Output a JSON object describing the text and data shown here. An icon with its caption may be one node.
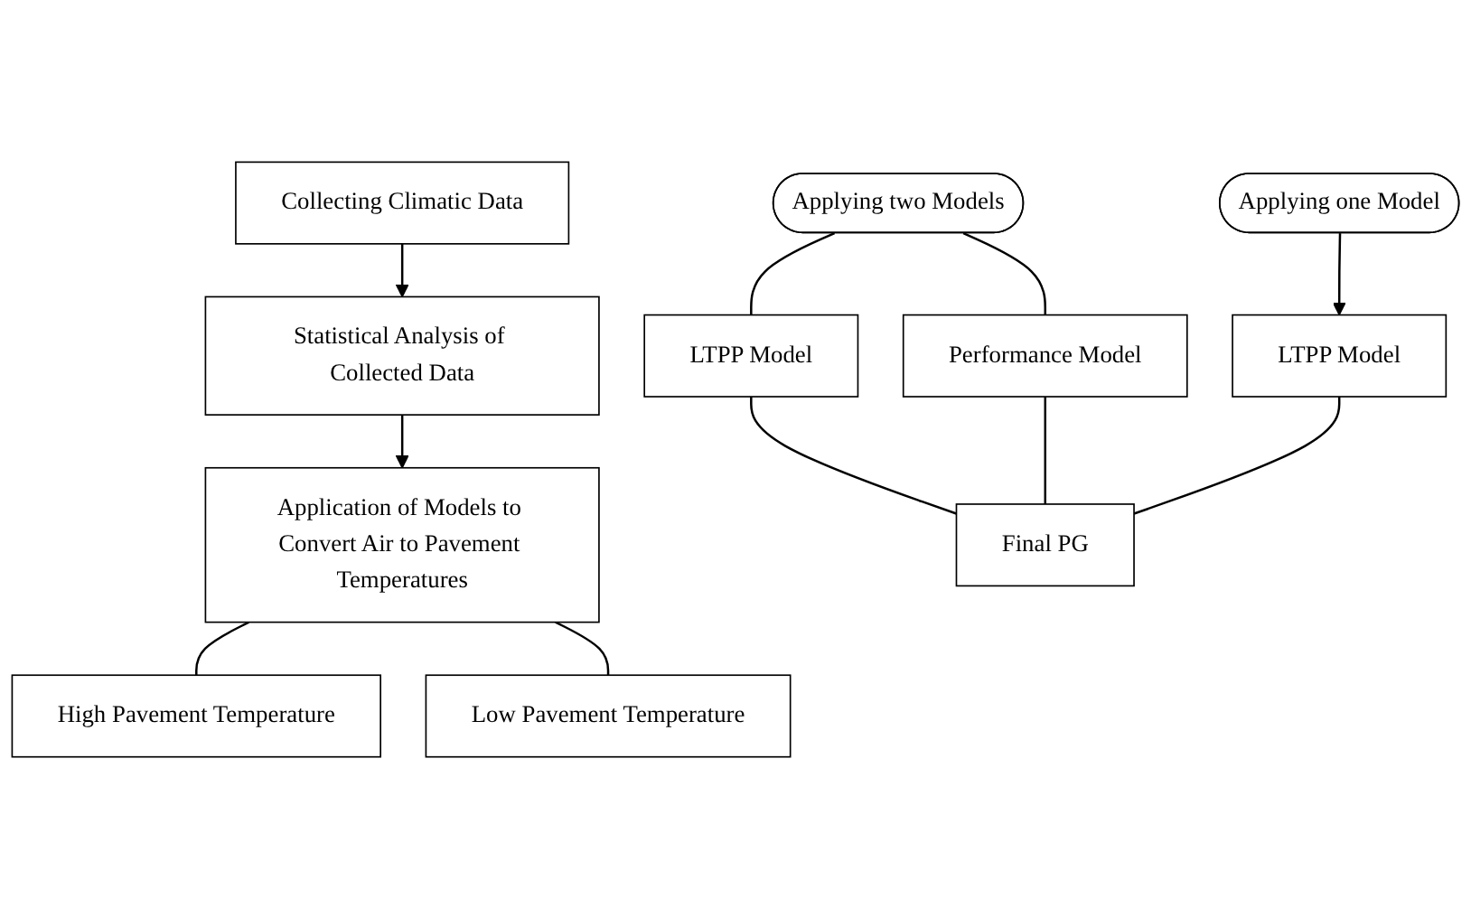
{
  "diagram": {
    "nodes": [
      {
        "text": [
          "Collecting Climatic Data"
        ]
      },
      {
        "text": [
          "Statistical Analysis of Collected Data"
        ]
      },
      {
        "text": [
          "Application of Models to Convert Air to Pavement Temperatures"
        ]
      },
      {
        "text": [
          "High Pavement Temperature"
        ]
      },
      {
        "text": [
          "Low Pavement Temperature"
        ]
      },
      {
        "text": [
          "Applying two Models"
        ]
      },
      {
        "text": [
          "Applying one Model"
        ]
      },
      {
        "text": [
          "LTPP Model"
        ]
      },
      {
        "text": [
          "Performance Model"
        ]
      },
      {
        "text": [
          "LTPP Model"
        ]
      },
      {
        "text": [
          "Final PG"
        ]
      }
    ],
    "edges": [
      {
        "from": 0,
        "to": 1,
        "arrow": "to"
      },
      {
        "from": 1,
        "to": 2,
        "arrow": "to"
      },
      {
        "from": 2,
        "to": 3,
        "arrow": "none"
      },
      {
        "from": 2,
        "to": 4,
        "arrow": "none"
      },
      {
        "from": 5,
        "to": 7,
        "arrow": "none"
      },
      {
        "from": 5,
        "to": 8,
        "arrow": "none"
      },
      {
        "from": 6,
        "to": 9,
        "arrow": "to"
      },
      {
        "from": 7,
        "to": 10,
        "arrow": "none"
      },
      {
        "from": 8,
        "to": 10,
        "arrow": "none"
      },
      {
        "from": 9,
        "to": 10,
        "arrow": "none"
      }
    ]
  }
}
